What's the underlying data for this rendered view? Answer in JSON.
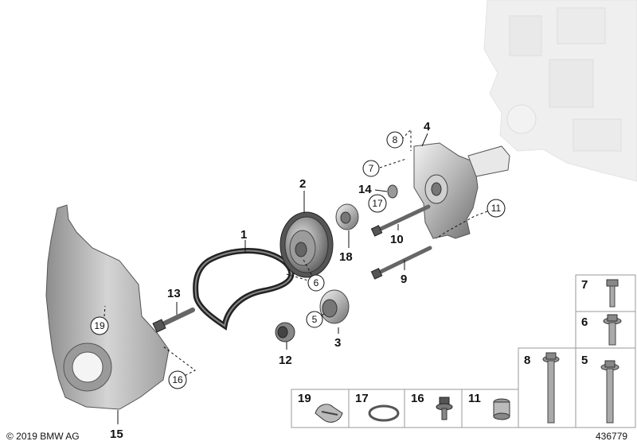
{
  "diagram": {
    "copyright": "© 2019 BMW AG",
    "diagram_number": "436779",
    "callouts": [
      {
        "id": "p1",
        "label": "1"
      },
      {
        "id": "p2",
        "label": "2"
      },
      {
        "id": "p3",
        "label": "3"
      },
      {
        "id": "p4",
        "label": "4"
      },
      {
        "id": "p9",
        "label": "9"
      },
      {
        "id": "p10",
        "label": "10"
      },
      {
        "id": "p12",
        "label": "12"
      },
      {
        "id": "p13",
        "label": "13"
      },
      {
        "id": "p14",
        "label": "14"
      },
      {
        "id": "p15",
        "label": "15"
      },
      {
        "id": "p18",
        "label": "18"
      }
    ],
    "circled_callouts": [
      {
        "id": "c5",
        "label": "5"
      },
      {
        "id": "c6",
        "label": "6"
      },
      {
        "id": "c7",
        "label": "7"
      },
      {
        "id": "c8",
        "label": "8"
      },
      {
        "id": "c11",
        "label": "11"
      },
      {
        "id": "c16",
        "label": "16"
      },
      {
        "id": "c17",
        "label": "17"
      },
      {
        "id": "c19",
        "label": "19"
      }
    ],
    "hardware_grid": [
      {
        "id": "g7",
        "label": "7"
      },
      {
        "id": "g6",
        "label": "6"
      },
      {
        "id": "g8",
        "label": "8"
      },
      {
        "id": "g5",
        "label": "5"
      },
      {
        "id": "g19",
        "label": "19"
      },
      {
        "id": "g17",
        "label": "17"
      },
      {
        "id": "g16",
        "label": "16"
      },
      {
        "id": "g11",
        "label": "11"
      }
    ]
  }
}
